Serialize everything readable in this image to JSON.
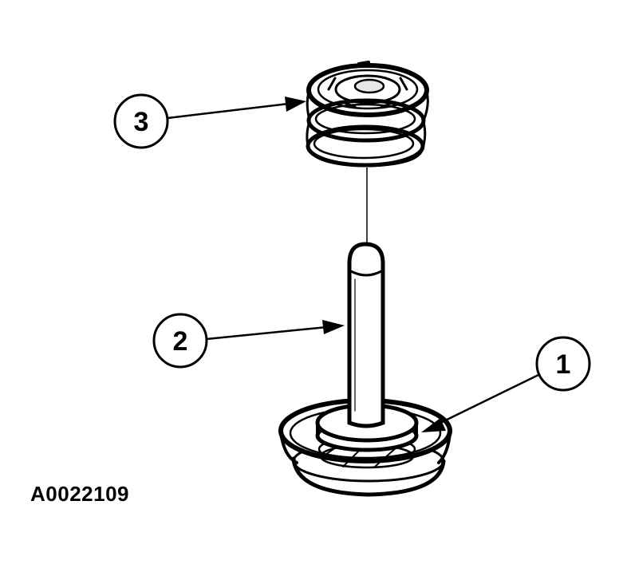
{
  "figure_id": "A0022109",
  "callouts": [
    {
      "label": "1"
    },
    {
      "label": "2"
    },
    {
      "label": "3"
    }
  ],
  "colors": {
    "ink": "#000000",
    "paper": "#ffffff",
    "shade": "#e6e6e6"
  }
}
